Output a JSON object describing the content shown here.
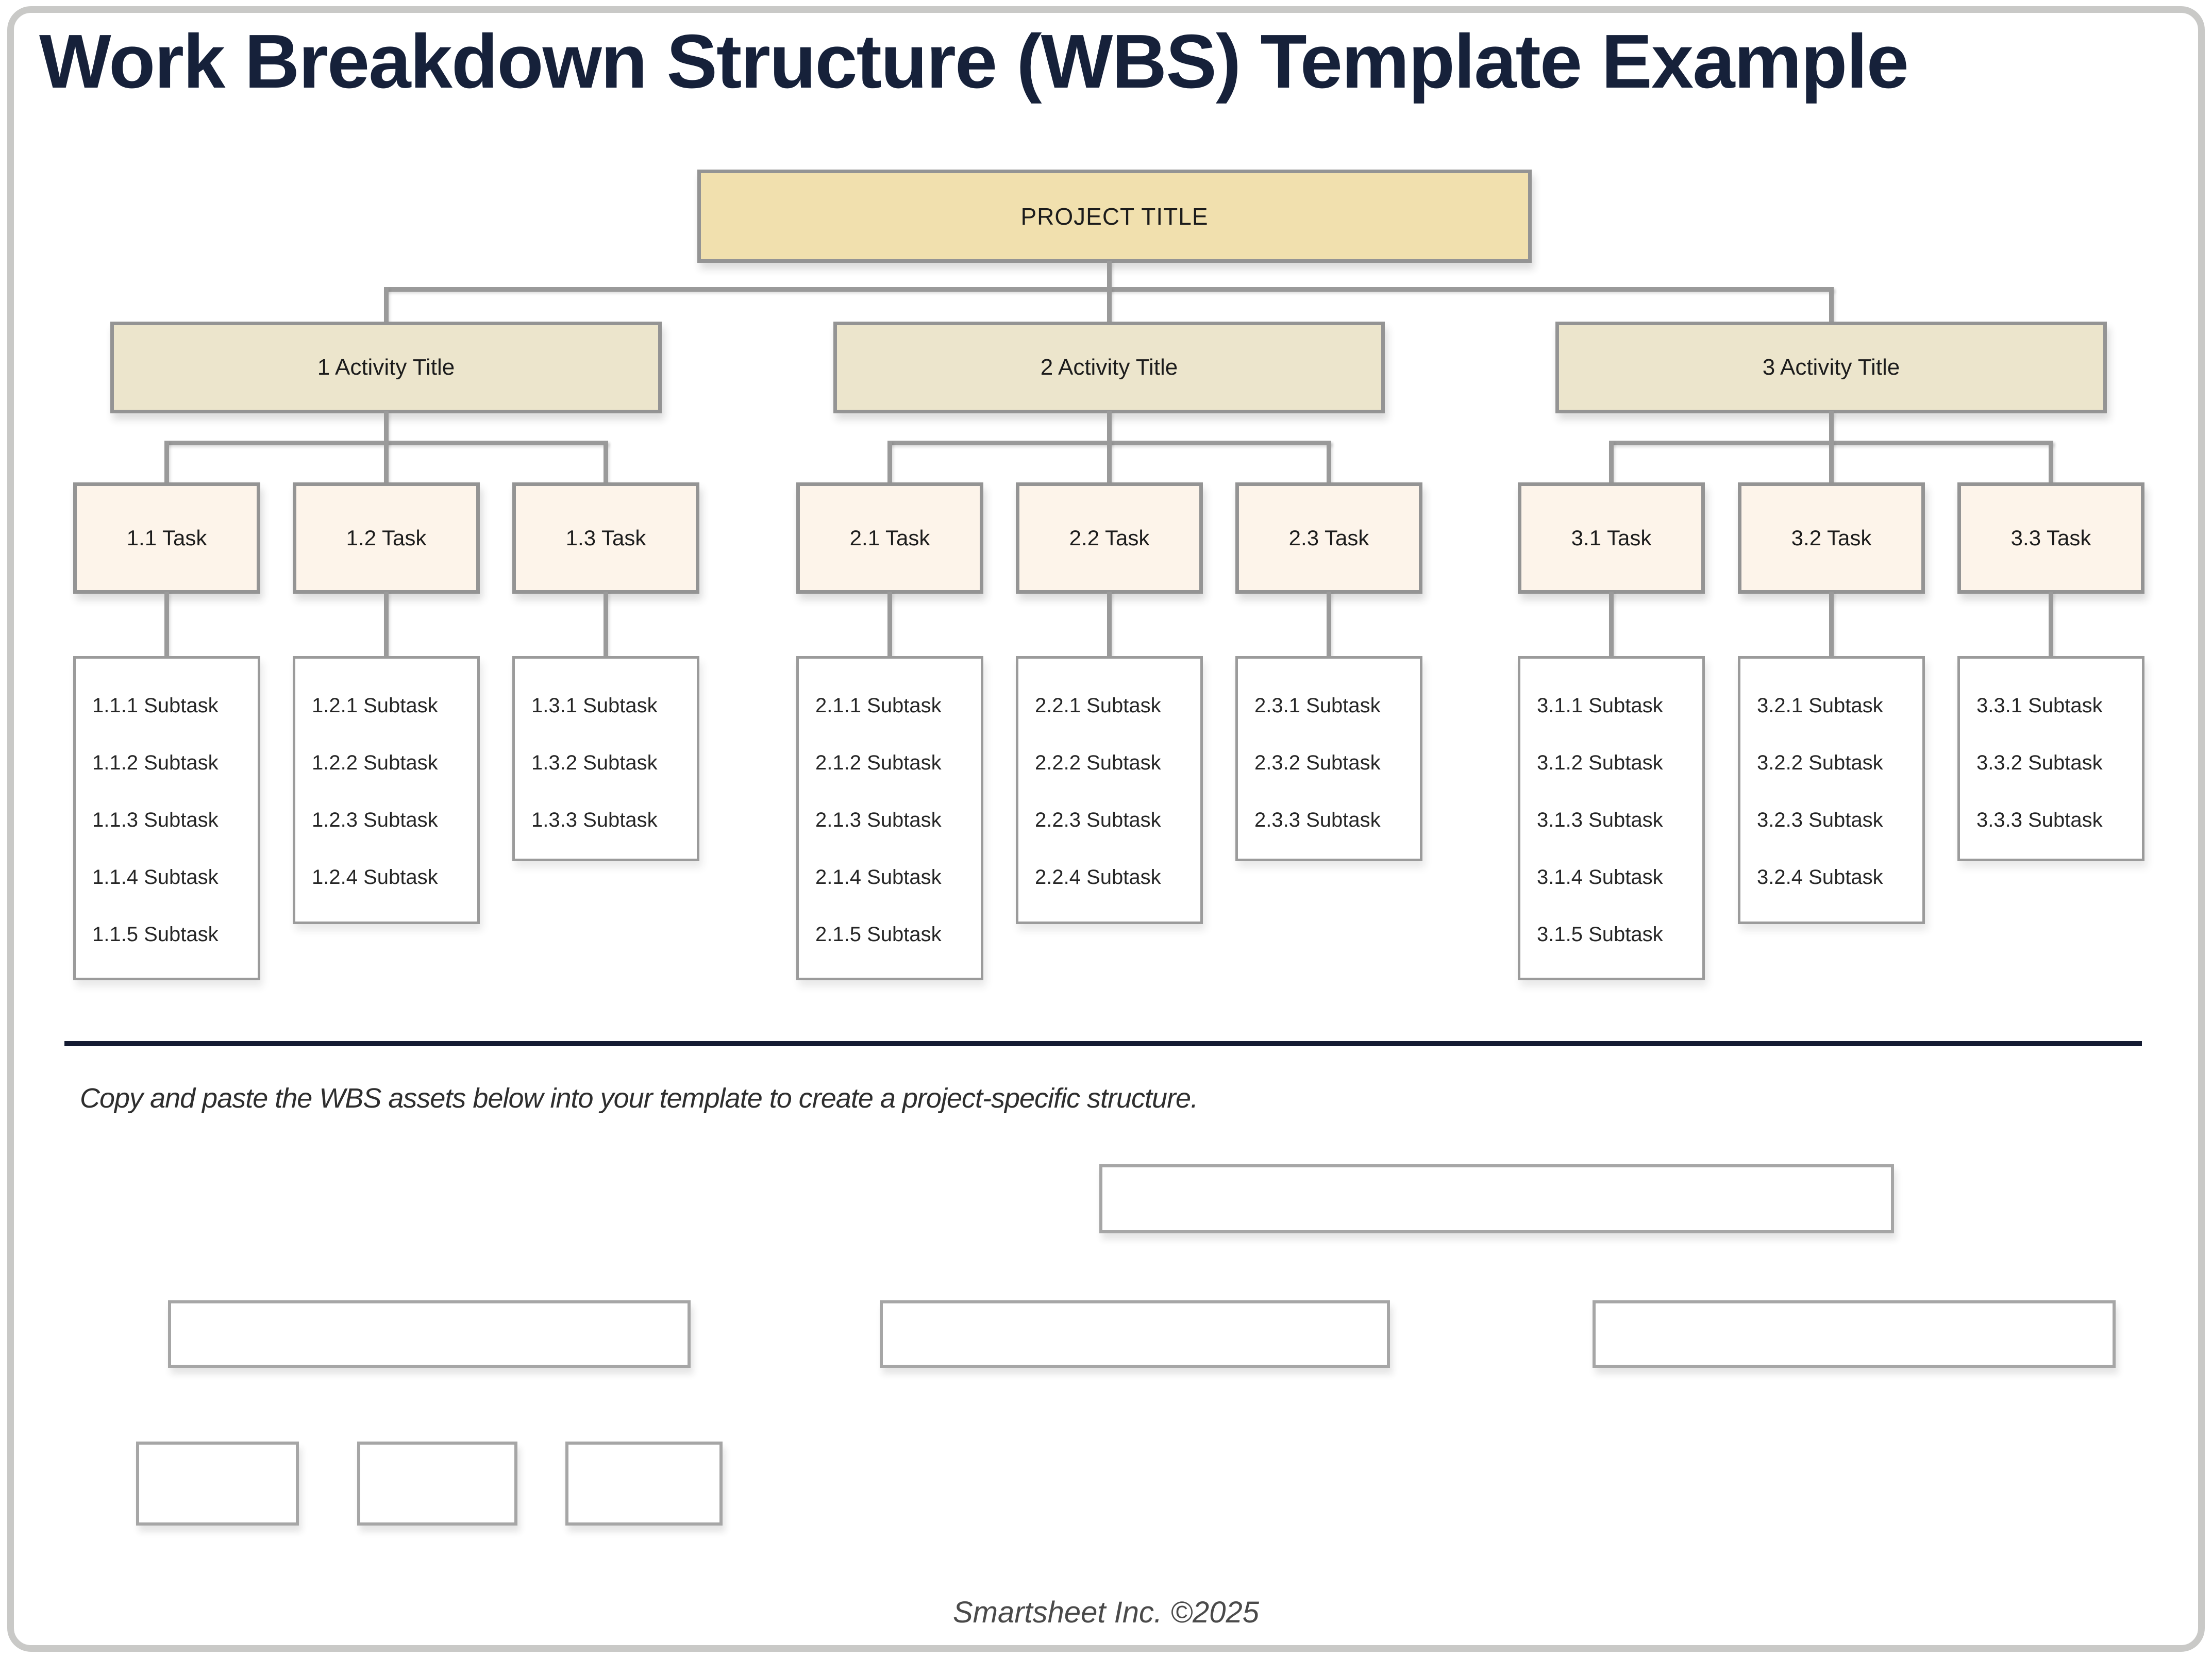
{
  "page": {
    "title": "Work Breakdown Structure (WBS) Template Example",
    "instruction": "Copy and paste the WBS assets below into your template to create a project-specific structure.",
    "footer": "Smartsheet Inc. ©2025"
  },
  "colors": {
    "title_text": "#16213A",
    "divider": "#141B32",
    "connector_gray": "#9A9A9A",
    "box_border_gray": "#949494",
    "project_fill": "#F1E0AE",
    "activity_fill": "#ECE5CC",
    "task_fill": "#FDF4EA",
    "card_border": "#C9C9C7"
  },
  "wbs": {
    "project_label": "PROJECT TITLE",
    "groups": [
      {
        "activity_label": "1 Activity Title",
        "tasks": [
          {
            "label": "1.1 Task",
            "subtasks": [
              "1.1.1 Subtask",
              "1.1.2 Subtask",
              "1.1.3 Subtask",
              "1.1.4 Subtask",
              "1.1.5 Subtask"
            ]
          },
          {
            "label": "1.2 Task",
            "subtasks": [
              "1.2.1 Subtask",
              "1.2.2 Subtask",
              "1.2.3 Subtask",
              "1.2.4 Subtask"
            ]
          },
          {
            "label": "1.3 Task",
            "subtasks": [
              "1.3.1 Subtask",
              "1.3.2 Subtask",
              "1.3.3 Subtask"
            ]
          }
        ]
      },
      {
        "activity_label": "2 Activity Title",
        "tasks": [
          {
            "label": "2.1 Task",
            "subtasks": [
              "2.1.1 Subtask",
              "2.1.2 Subtask",
              "2.1.3 Subtask",
              "2.1.4 Subtask",
              "2.1.5 Subtask"
            ]
          },
          {
            "label": "2.2 Task",
            "subtasks": [
              "2.2.1 Subtask",
              "2.2.2 Subtask",
              "2.2.3 Subtask",
              "2.2.4 Subtask"
            ]
          },
          {
            "label": "2.3 Task",
            "subtasks": [
              "2.3.1 Subtask",
              "2.3.2 Subtask",
              "2.3.3 Subtask"
            ]
          }
        ]
      },
      {
        "activity_label": "3 Activity Title",
        "tasks": [
          {
            "label": "3.1 Task",
            "subtasks": [
              "3.1.1 Subtask",
              "3.1.2 Subtask",
              "3.1.3 Subtask",
              "3.1.4 Subtask",
              "3.1.5 Subtask"
            ]
          },
          {
            "label": "3.2 Task",
            "subtasks": [
              "3.2.1 Subtask",
              "3.2.2 Subtask",
              "3.2.3 Subtask",
              "3.2.4 Subtask"
            ]
          },
          {
            "label": "3.3 Task",
            "subtasks": [
              "3.3.1 Subtask",
              "3.3.2 Subtask",
              "3.3.3 Subtask"
            ]
          }
        ]
      }
    ]
  }
}
